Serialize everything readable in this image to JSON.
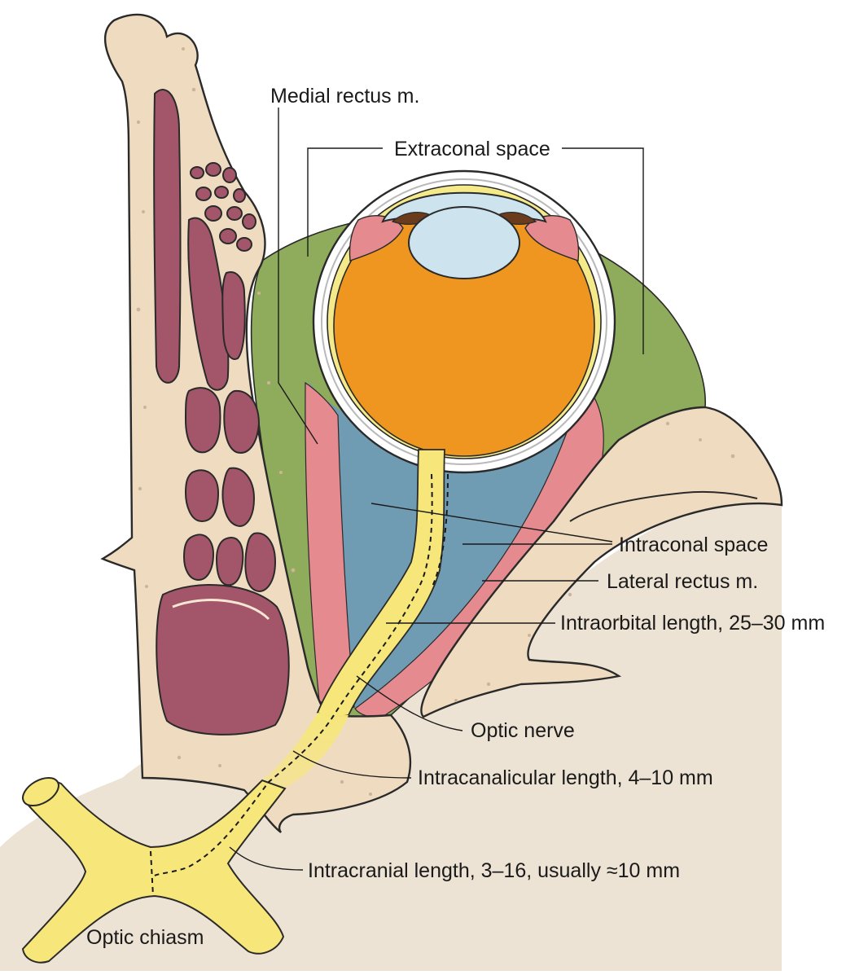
{
  "labels": {
    "medial_rectus": "Medial rectus m.",
    "extraconal_space": "Extraconal space",
    "intraconal_space": "Intraconal space",
    "lateral_rectus": "Lateral rectus m.",
    "intraorbital_length": "Intraorbital length, 25–30 mm",
    "optic_nerve": "Optic nerve",
    "intracanalicular_length": "Intracanalicular length, 4–10 mm",
    "intracranial_length": "Intracranial length, 3–16, usually ≈10 mm",
    "optic_chiasm": "Optic chiasm"
  },
  "colors": {
    "bone": "#efdcc0",
    "sinus": "#a3566a",
    "extraconal_fat": "#8fab5c",
    "intraconal_fat": "#6f9cb3",
    "muscle": "#e58a8f",
    "vitreous": "#ee961f",
    "lens": "#cde3ee",
    "optic_nerve": "#f7e77a",
    "dura_background": "#ede3d4"
  }
}
